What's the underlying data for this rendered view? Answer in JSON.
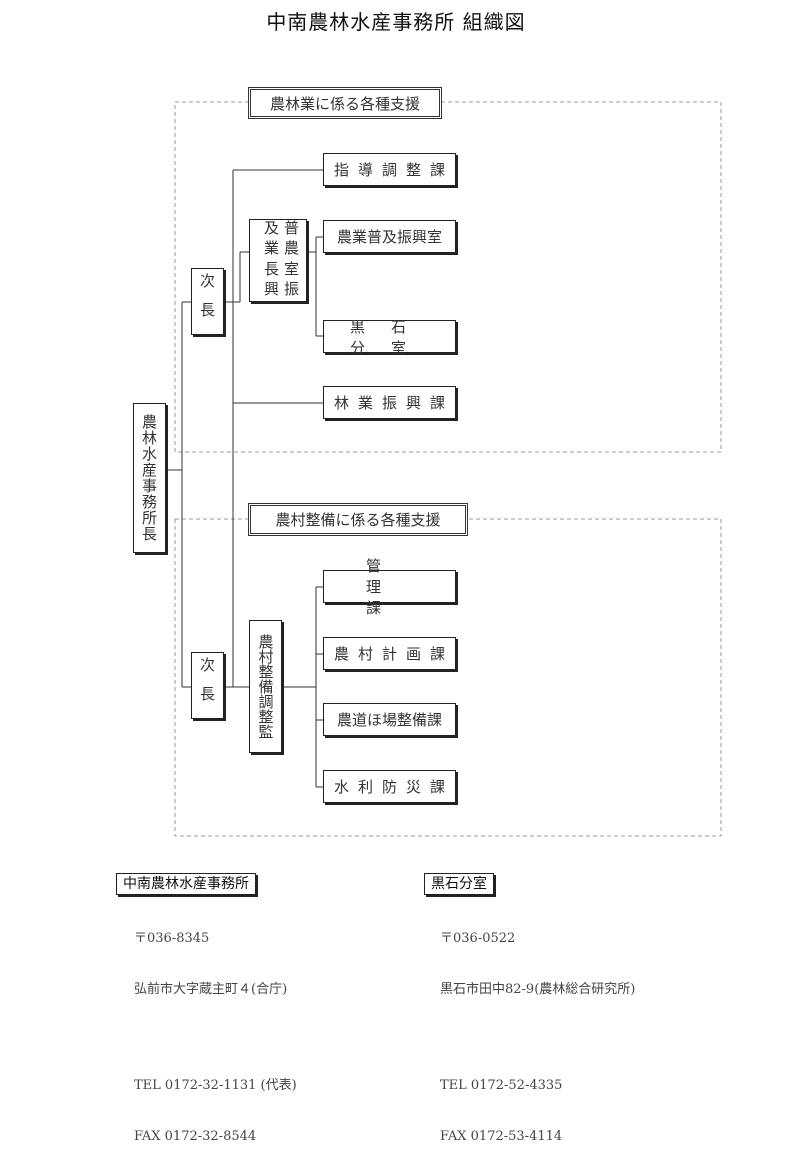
{
  "title": "中南農林水産事務所 組織図",
  "sections": {
    "agri_forestry": "農林業に係る各種支援",
    "rural": "農村整備に係る各種支援"
  },
  "director": "農林水産事務所長",
  "deputies": {
    "upper": "次長",
    "lower": "次長"
  },
  "managers": {
    "extension": [
      "農業",
      "普及",
      "振興",
      "室長"
    ],
    "rural": "農村整備調整監"
  },
  "units": {
    "shido": "指導調整課",
    "fukyu": "農業普及振興室",
    "kuroishi": "黒石分室",
    "ringyo": "林業振興課",
    "kanri": "管理課",
    "keikaku": "農村計画課",
    "nodo": "農道ほ場整備課",
    "suiri": "水利防災課"
  },
  "offices": [
    {
      "name": "中南農林水産事務所",
      "postal": "〒036-8345",
      "address": "弘前市大字蔵主町４(合庁)",
      "tel": "TEL 0172-32-1131 (代表)",
      "fax": "FAX 0172-32-8544"
    },
    {
      "name": "黒石分室",
      "postal": "〒036-0522",
      "address": "黒石市田中82-9(農林総合研究所)",
      "tel": "TEL 0172-52-4335",
      "fax": "FAX 0172-53-4114"
    }
  ]
}
